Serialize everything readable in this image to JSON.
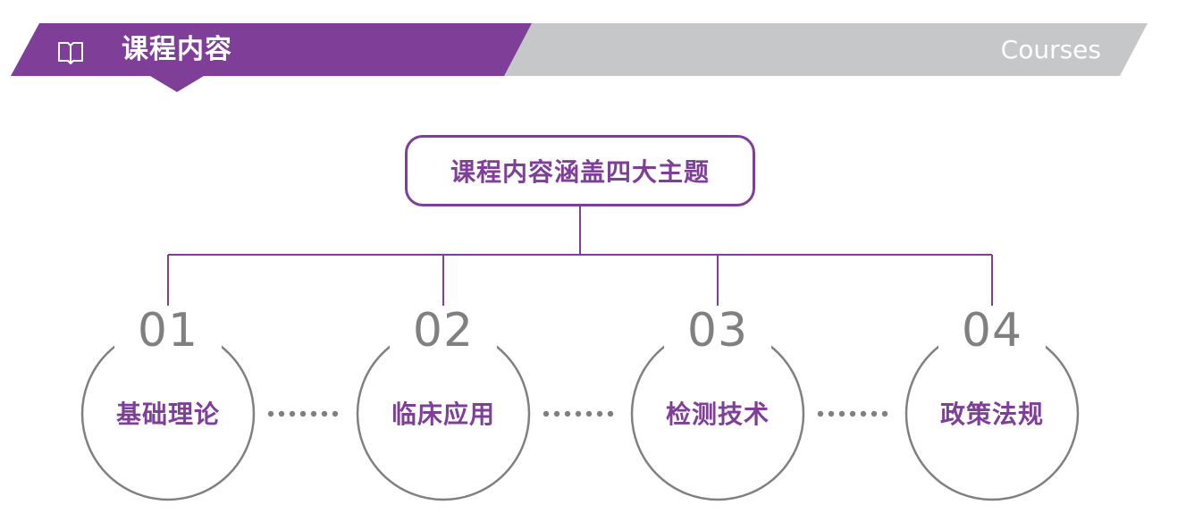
{
  "header": {
    "title": "课程内容",
    "subtitle": "Courses",
    "icon": "book-icon"
  },
  "diagram": {
    "root_label": "课程内容涵盖四大主题",
    "topics": [
      {
        "number": "01",
        "label": "基础理论"
      },
      {
        "number": "02",
        "label": "临床应用"
      },
      {
        "number": "03",
        "label": "检测技术"
      },
      {
        "number": "04",
        "label": "政策法规"
      }
    ]
  },
  "colors": {
    "accent_purple": "#7f3f98",
    "banner_gray": "#c5c7c9",
    "circle_gray": "#808080",
    "connector_gray": "#8a8a8a"
  }
}
